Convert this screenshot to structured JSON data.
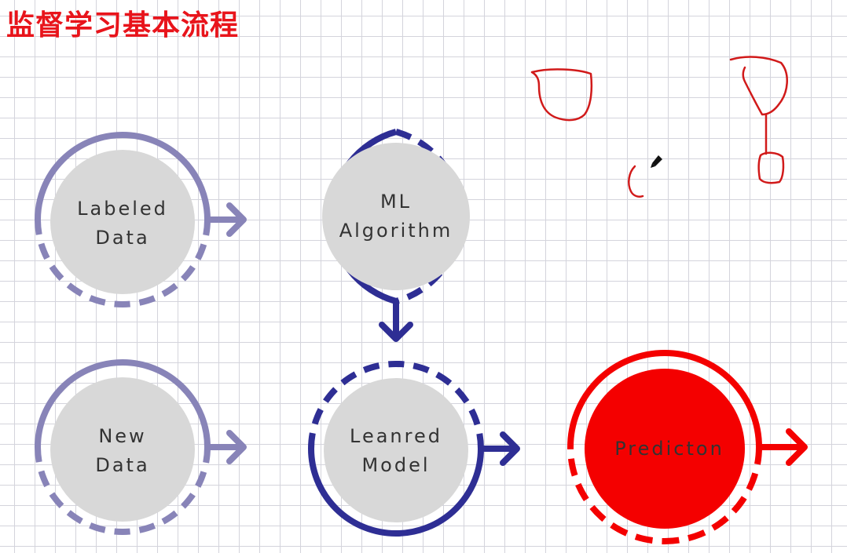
{
  "title": "监督学习基本流程",
  "colors": {
    "light_ring": "#8884b8",
    "dark_ring": "#2e2e94",
    "red": "#f40000",
    "node_fill": "#d8d8d8",
    "annotation": "#d11a1a"
  },
  "nodes": {
    "labeled_data": [
      "Labeled",
      "Data"
    ],
    "ml_algorithm": [
      "ML",
      "Algorithm"
    ],
    "new_data": [
      "New",
      "Data"
    ],
    "learned_model": [
      "Leanred",
      "Model"
    ],
    "prediction": [
      "Predicton"
    ]
  }
}
